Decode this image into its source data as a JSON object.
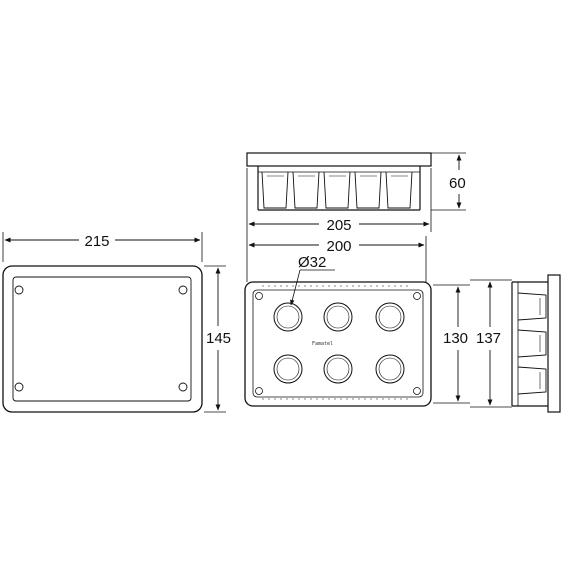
{
  "drawing": {
    "dimensions": {
      "cover_width": "215",
      "cover_height": "145",
      "box_outer_width": "205",
      "box_inner_width": "200",
      "box_depth": "60",
      "hole_diameter": "Ø32",
      "box_inner_height": "130",
      "box_outer_height": "137"
    },
    "brand_mark": "Famatel"
  }
}
